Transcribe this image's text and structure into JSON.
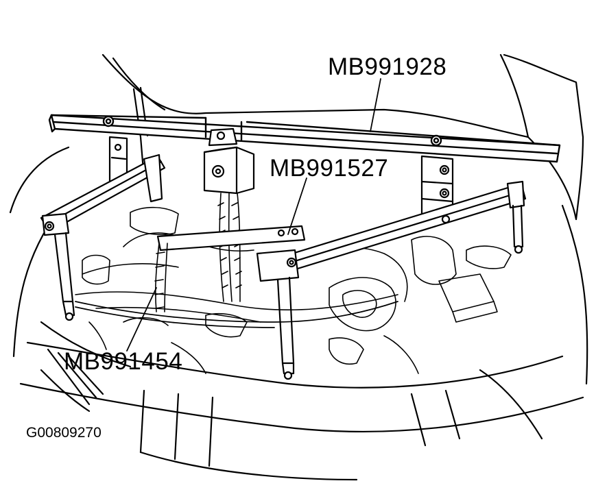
{
  "labels": {
    "crossbar_tool": "MB991928",
    "hoist_tool": "MB991527",
    "chain_tool": "MB991454"
  },
  "figure_id": "G00809270"
}
